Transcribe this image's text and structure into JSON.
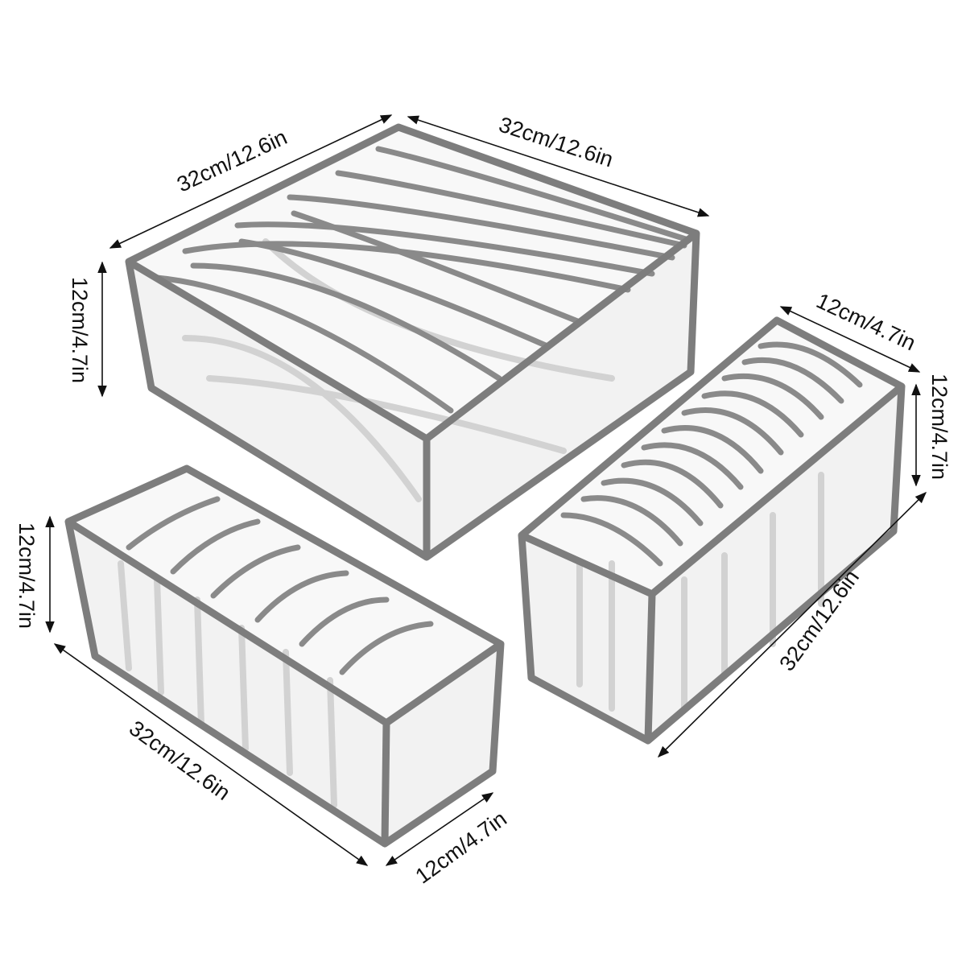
{
  "product": {
    "large_box": {
      "length_label": "32cm/12.6in",
      "width_label": "32cm/12.6in",
      "height_label": "12cm/4.7in"
    },
    "right_box": {
      "width_label": "12cm/4.7in",
      "height_label": "12cm/4.7in",
      "length_label": "32cm/12.6in"
    },
    "left_box": {
      "height_label": "12cm/4.7in",
      "length_label": "32cm/12.6in",
      "width_label": "12cm/4.7in"
    }
  },
  "colors": {
    "trim": "#7d7d7d",
    "mesh": "#eeeeee",
    "text": "#111111"
  }
}
